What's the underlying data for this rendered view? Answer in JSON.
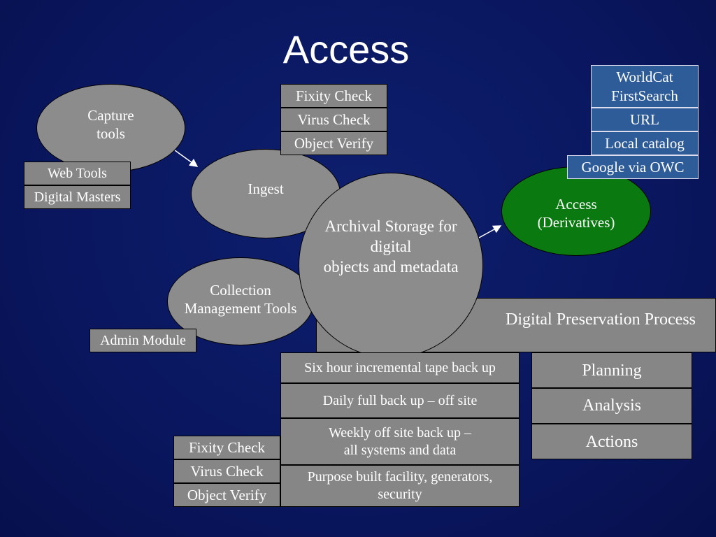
{
  "title": "Access",
  "colors": {
    "background": "#0a1760",
    "ellipse_gray": "#8c8c8c",
    "box_gray": "#868686",
    "access_green": "#0a7a10",
    "catalog_blue": "#2e5c99"
  },
  "ellipses": {
    "capture": "Capture\ntools",
    "ingest": "Ingest",
    "collection": "Collection\nManagement Tools",
    "archival": "Archival Storage for\ndigital\nobjects and metadata",
    "access": "Access\n(Derivatives)"
  },
  "capture_boxes": [
    "Web Tools",
    "Digital Masters"
  ],
  "ingest_checks": [
    "Fixity Check",
    "Virus Check",
    "Object Verify"
  ],
  "admin_module": "Admin Module",
  "access_catalogs": [
    "WorldCat\nFirstSearch",
    "URL",
    "Local catalog",
    "Google via OWC"
  ],
  "preservation": {
    "header": "Digital Preservation Process",
    "steps": [
      "Planning",
      "Analysis",
      "Actions"
    ]
  },
  "backups": [
    "Six hour incremental tape back up",
    "Daily full back up – off site",
    "Weekly off site back up –\nall systems and data",
    "Purpose built facility, generators,\nsecurity"
  ],
  "storage_checks": [
    "Fixity Check",
    "Virus Check",
    "Object Verify"
  ]
}
